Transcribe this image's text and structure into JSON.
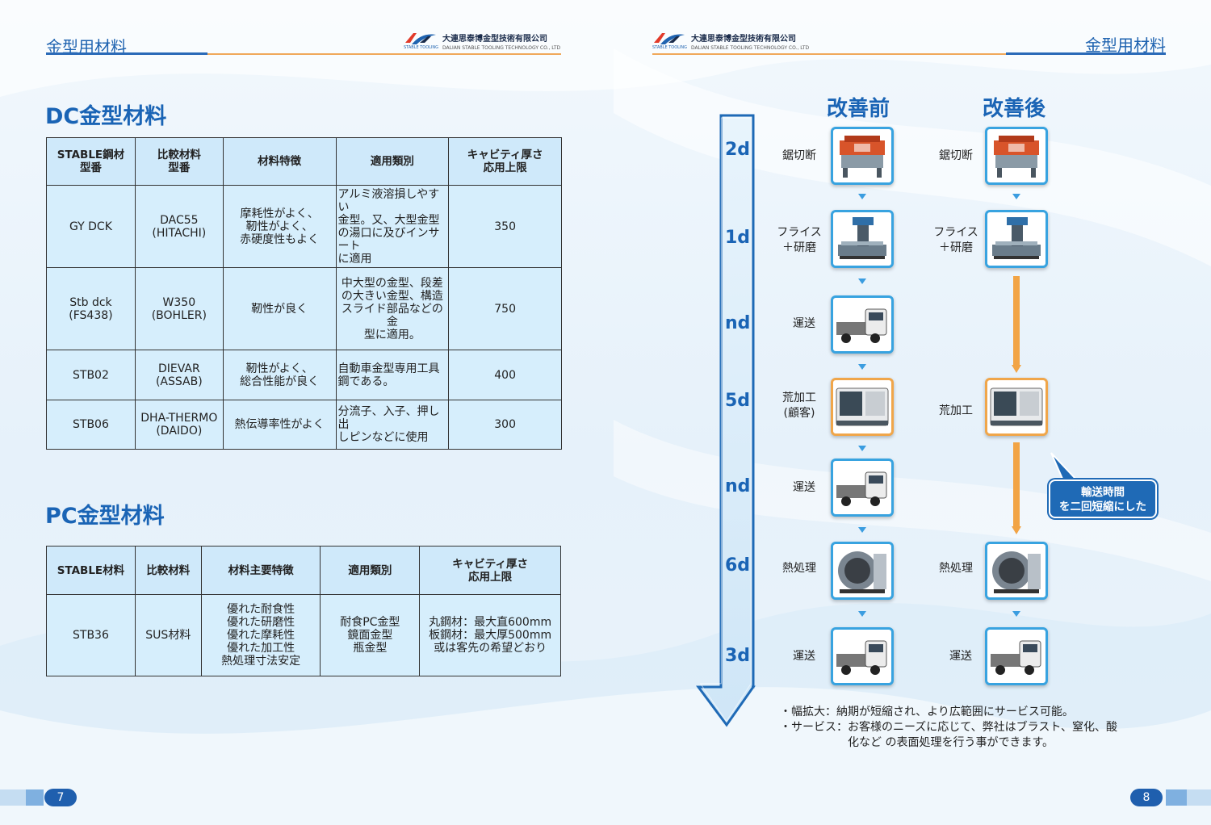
{
  "header": {
    "left_title": "金型用材料",
    "right_title": "金型用材料",
    "company_cn": "大連思泰博金型技術有限公司",
    "company_en": "DALIAN STABLE TOOLING TECHNOLOGY CO., LTD",
    "logo_sub": "STABLE TOOLING"
  },
  "dc": {
    "title": "DC金型材料",
    "headers": [
      "STABLE鋼材\n型番",
      "比較材料\n型番",
      "材料特徴",
      "適用類別",
      "キャビティ厚さ\n応用上限"
    ],
    "rows": [
      [
        "GY DCK",
        "DAC55\n(HITACHI)",
        "摩耗性がよく、\n靭性がよく、\n赤硬度性もよく",
        "アルミ液溶損しやすい\n金型。又、大型金型\nの湯口に及びインサート\nに適用",
        "350"
      ],
      [
        "Stb dck\n(FS438)",
        "W350\n(BOHLER)",
        "靭性が良く",
        "中大型の金型、段差\nの大きい金型、構造\nスライド部品などの金\n型に適用。",
        "750"
      ],
      [
        "STB02",
        "DIEVAR\n(ASSAB)",
        "靭性がよく、\n総合性能が良く",
        "自動車金型専用工具\n鋼である。",
        "400"
      ],
      [
        "STB06",
        "DHA-THERMO\n(DAIDO)",
        "熱伝導率性がよく",
        "分流子、入子、押し出\nしピンなどに使用",
        "300"
      ]
    ]
  },
  "pc": {
    "title": "PC金型材料",
    "headers": [
      "STABLE材料",
      "比較材料",
      "材料主要特徴",
      "適用類別",
      "キャビティ厚さ\n応用上限"
    ],
    "rows": [
      [
        "STB36",
        "SUS材料",
        "優れた耐食性\n優れた研磨性\n優れた摩耗性\n優れた加工性\n熱処理寸法安定",
        "耐食PC金型\n鏡面金型\n瓶金型",
        "丸鋼材：最大直600mm\n板鋼材：最大厚500mm\n或は客先の希望どおり"
      ]
    ]
  },
  "flow": {
    "before_title": "改善前",
    "after_title": "改善後",
    "day_labels": [
      "2d",
      "1d",
      "nd",
      "5d",
      "nd",
      "6d",
      "3d"
    ],
    "before_steps": [
      "鋸切断",
      "フライス\n＋研磨",
      "運送",
      "荒加工\n(顧客)",
      "運送",
      "熱処理",
      "運送"
    ],
    "after_steps": [
      "鋸切断",
      "フライス\n＋研磨",
      "荒加工",
      "熱処理",
      "運送"
    ],
    "bubble": "輸送時間\nを二回短縮にした",
    "notes": [
      "・幅拡大：納期が短縮され、より広範囲にサービス可能。",
      "・サービス：お客様のニーズに応じて、弊社はブラスト、窒化、酸",
      "　　　　　　化など の表面処理を行う事ができます。"
    ],
    "colors": {
      "accent": "#1a64b5",
      "orange": "#f0a64a",
      "cyan": "#38a3e0"
    }
  },
  "pages": {
    "left": "7",
    "right": "8"
  }
}
